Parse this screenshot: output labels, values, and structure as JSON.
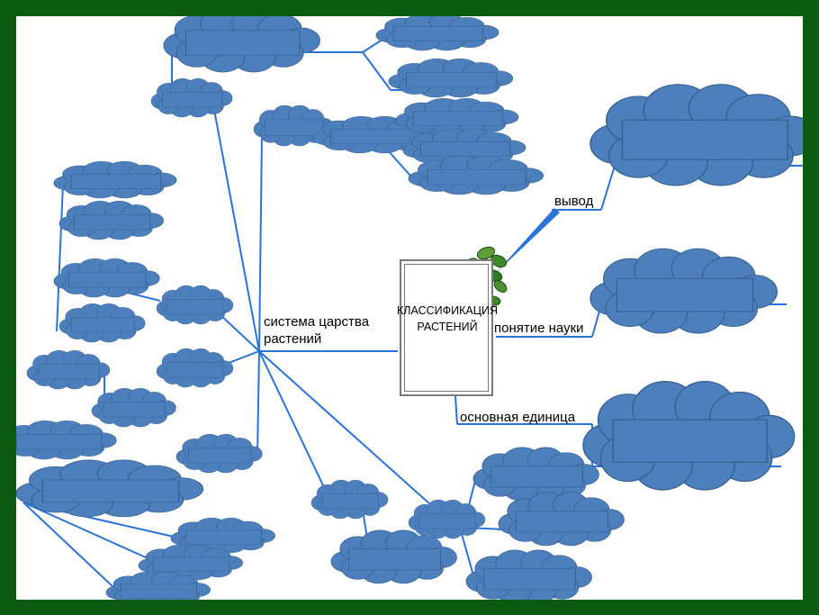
{
  "center_topic": {
    "line1": "КЛАССИФИКАЦИЯ",
    "line2": "РАСТЕНИЙ"
  },
  "branches": {
    "conclusion": "вывод",
    "science_concept": "понятие науки",
    "basic_unit": "основная единица",
    "kingdom_system": {
      "line1": "система царства",
      "line2": "растений"
    }
  },
  "colors": {
    "frame": "#0b5c10",
    "cloud_fill": "#4e7fbd",
    "cloud_stroke": "#35608f",
    "line": "#2a73d8"
  },
  "icons": {
    "center_decoration": "leafy-plant-icon"
  }
}
